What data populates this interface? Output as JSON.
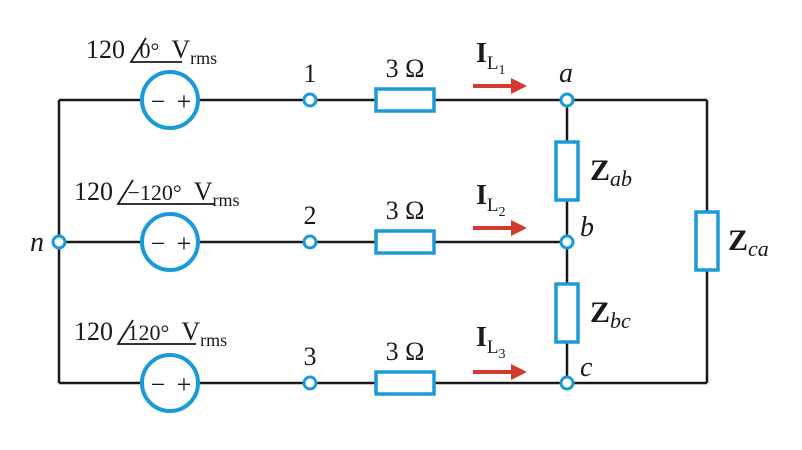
{
  "colors": {
    "wire": "#1a1a1a",
    "component": "#1a9bd7",
    "arrow": "#d63a2e",
    "background": "#ffffff"
  },
  "sources": [
    {
      "magnitude": "120",
      "angle": "0°",
      "unit_base": "V",
      "unit_sub": "rms",
      "minus": "−",
      "plus": "+"
    },
    {
      "magnitude": "120",
      "angle": "−120°",
      "unit_base": "V",
      "unit_sub": "rms",
      "minus": "−",
      "plus": "+"
    },
    {
      "magnitude": "120",
      "angle": "120°",
      "unit_base": "V",
      "unit_sub": "rms",
      "minus": "−",
      "plus": "+"
    }
  ],
  "nodes": {
    "n": "n",
    "t1": "1",
    "t2": "2",
    "t3": "3",
    "a": "a",
    "b": "b",
    "c": "c"
  },
  "line_resistors": [
    "3 Ω",
    "3 Ω",
    "3 Ω"
  ],
  "currents": [
    {
      "base": "I",
      "sub": "L",
      "subsub": "1"
    },
    {
      "base": "I",
      "sub": "L",
      "subsub": "2"
    },
    {
      "base": "I",
      "sub": "L",
      "subsub": "3"
    }
  ],
  "loads": [
    {
      "base": "Z",
      "sub": "ab"
    },
    {
      "base": "Z",
      "sub": "bc"
    },
    {
      "base": "Z",
      "sub": "ca"
    }
  ]
}
